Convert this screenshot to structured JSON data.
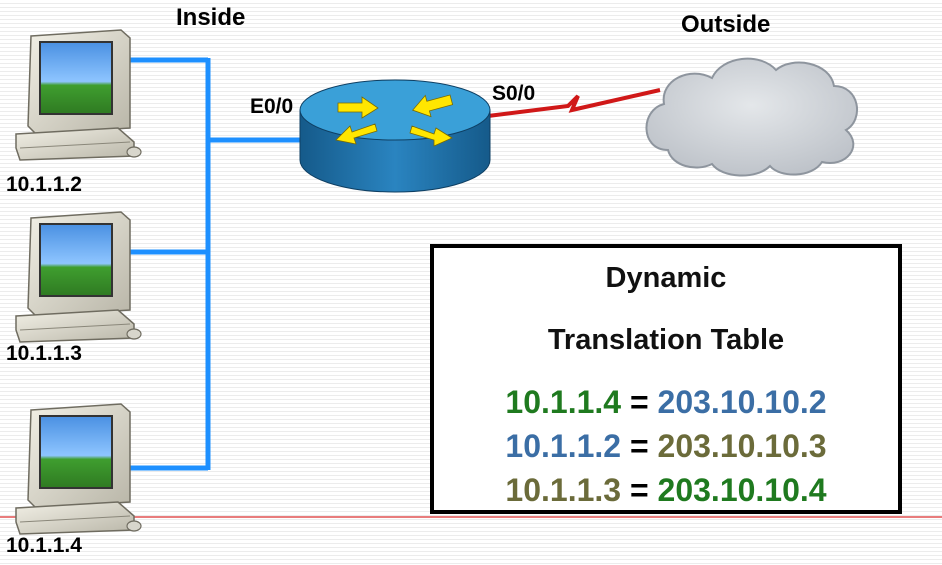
{
  "labels": {
    "inside": "Inside",
    "outside": "Outside",
    "e0_0": "E0/0",
    "s0_0": "S0/0"
  },
  "hosts": [
    {
      "ip": "10.1.1.2"
    },
    {
      "ip": "10.1.1.3"
    },
    {
      "ip": "10.1.1.4"
    }
  ],
  "table": {
    "title_line1": "Dynamic",
    "title_line2": "Translation Table",
    "separator": "=",
    "rows": [
      {
        "inside": "10.1.1.4",
        "outside": "203.10.10.2",
        "inside_color": "#1f7a1f",
        "outside_color": "#3b6ea5"
      },
      {
        "inside": "10.1.1.2",
        "outside": "203.10.10.3",
        "inside_color": "#3b6ea5",
        "outside_color": "#6b6b3a"
      },
      {
        "inside": "10.1.1.3",
        "outside": "203.10.10.4",
        "inside_color": "#6b6b3a",
        "outside_color": "#1f7a1f"
      }
    ]
  },
  "colors": {
    "lan_link": "#1e90ff",
    "wan_link": "#d01818",
    "router_top": "#3aa0d8",
    "router_side": "#1d6fa8",
    "cloud": "#c8ccd2",
    "rule_line": "#e05050"
  },
  "icons": [
    "pc-icon",
    "router-icon",
    "cloud-icon"
  ]
}
